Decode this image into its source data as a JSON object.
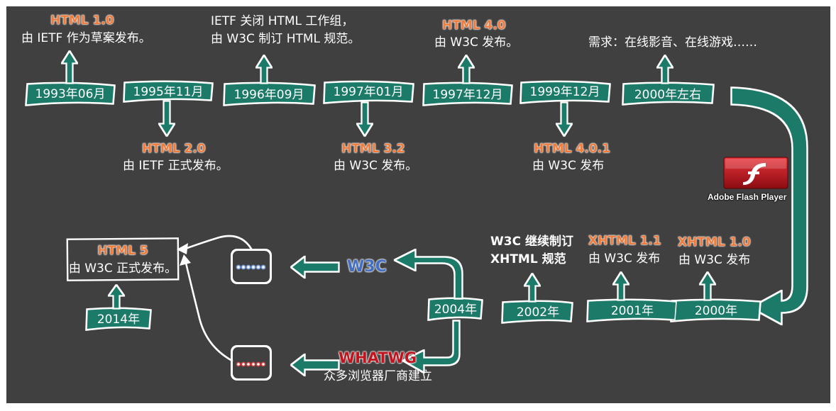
{
  "top_row": [
    {
      "date": "1993年06月",
      "title": "HTML 1.0",
      "desc": [
        "由 IETF 作为草案发布。"
      ],
      "dir": "up"
    },
    {
      "date": "1995年11月",
      "title": "HTML 2.0",
      "desc": [
        "由  IETF 正式发布。"
      ],
      "dir": "down"
    },
    {
      "date": "1996年09月",
      "title": "",
      "desc": [
        "IETF 关闭 HTML 工作组，",
        "由 W3C 制订 HTML 规范。"
      ],
      "dir": "up"
    },
    {
      "date": "1997年01月",
      "title": "HTML 3.2",
      "desc": [
        "由 W3C 发布。"
      ],
      "dir": "down"
    },
    {
      "date": "1997年12月",
      "title": "HTML 4.0",
      "desc": [
        "由 W3C 发布。"
      ],
      "dir": "up"
    },
    {
      "date": "1999年12月",
      "title": "HTML 4.0.1",
      "desc": [
        "由 W3C 发布"
      ],
      "dir": "down"
    },
    {
      "date": "2000年左右",
      "title": "",
      "desc": [
        "需求：在线影音、在线游戏……"
      ],
      "dir": "up"
    }
  ],
  "bottom_row": [
    {
      "date": "2000年",
      "title": "XHTML 1.0",
      "desc": [
        "由 W3C 发布"
      ]
    },
    {
      "date": "2001年",
      "title": "XHTML 1.1",
      "desc": [
        "由 W3C 发布"
      ]
    },
    {
      "date": "2002年",
      "title": "",
      "desc": [
        "W3C 继续制订",
        "XHTML 规范"
      ]
    },
    {
      "date": "2004年",
      "title": "",
      "desc": []
    }
  ],
  "branches": {
    "w3c_label": "W3C",
    "whatwg_label": "WHATWG",
    "whatwg_desc": "众多浏览器厂商建立"
  },
  "html5": {
    "title": "HTML 5",
    "desc": "由 W3C 正式发布。",
    "date": "2014年"
  },
  "flash": {
    "caption": "Adobe Flash Player",
    "icon": "flash-player-icon"
  },
  "colors": {
    "background": "#404040",
    "teal": "#1a7a68",
    "orange_title": "#f07c3c",
    "w3c_blue": "#4470c4",
    "whatwg_red": "#c0151e",
    "flash_red": "#b8141c"
  }
}
